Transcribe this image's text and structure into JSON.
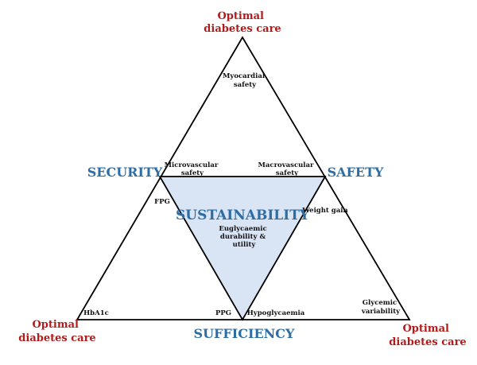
{
  "colors": {
    "corner_text": "#b31b1b",
    "pillar_text": "#2e6da4",
    "inner_fill": "#d9e4f4",
    "line": "#000000"
  },
  "corners": {
    "top": [
      "Optimal",
      "diabetes care"
    ],
    "left": [
      "Optimal",
      "diabetes care"
    ],
    "right": [
      "Optimal",
      "diabetes care"
    ]
  },
  "pillars": {
    "security": "SECURITY",
    "safety": "SAFETY",
    "sufficiency": "SUFFICIENCY",
    "sustainability": "SUSTAINABILITY"
  },
  "labels": {
    "myocardial_safety": [
      "Myocardial",
      "safety"
    ],
    "microvascular_safety": [
      "Microvascular",
      "safety"
    ],
    "macrovascular_safety": [
      "Macrovascular",
      "safety"
    ],
    "fpg": "FPG",
    "weight_gain": "Weight gain",
    "euglycaemic": [
      "Euglycaemic",
      "durability &",
      "utility"
    ],
    "hba1c": "HbA1c",
    "ppg": "PPG",
    "hypoglycaemia": "Hypoglycaemia",
    "glycemic_variability": [
      "Glycemic",
      "variability"
    ]
  }
}
